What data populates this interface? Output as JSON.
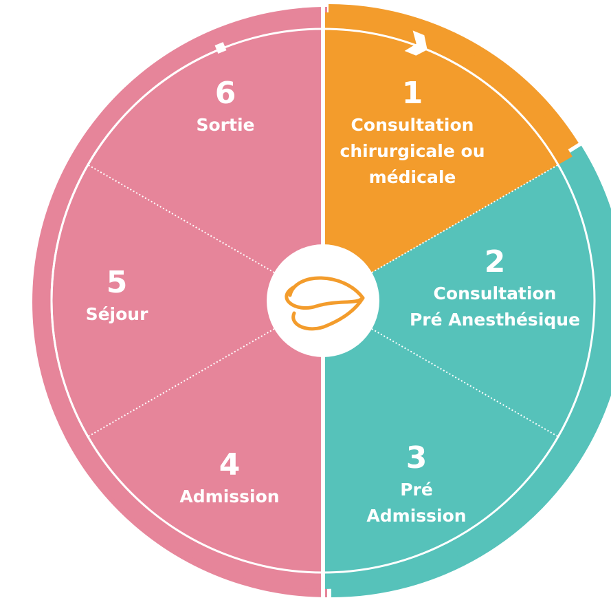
{
  "colors": {
    "orange": "#F39C2C",
    "teal": "#56C2BA",
    "pink": "#E6859A",
    "white": "#FFFFFF",
    "logo": "#F39C2C"
  },
  "center_logo": {
    "icon": "stylized-leaf-eye-logo"
  },
  "steps": [
    {
      "number": "1",
      "lines": [
        "Consultation",
        "chirurgicale ou",
        "médicale"
      ],
      "color": "orange"
    },
    {
      "number": "2",
      "lines": [
        "Consultation",
        "Pré Anesthésique"
      ],
      "color": "teal"
    },
    {
      "number": "3",
      "lines": [
        "Pré",
        "Admission"
      ],
      "color": "teal"
    },
    {
      "number": "4",
      "lines": [
        "Admission"
      ],
      "color": "pink"
    },
    {
      "number": "5",
      "lines": [
        "Séjour"
      ],
      "color": "pink"
    },
    {
      "number": "6",
      "lines": [
        "Sortie"
      ],
      "color": "pink"
    }
  ]
}
